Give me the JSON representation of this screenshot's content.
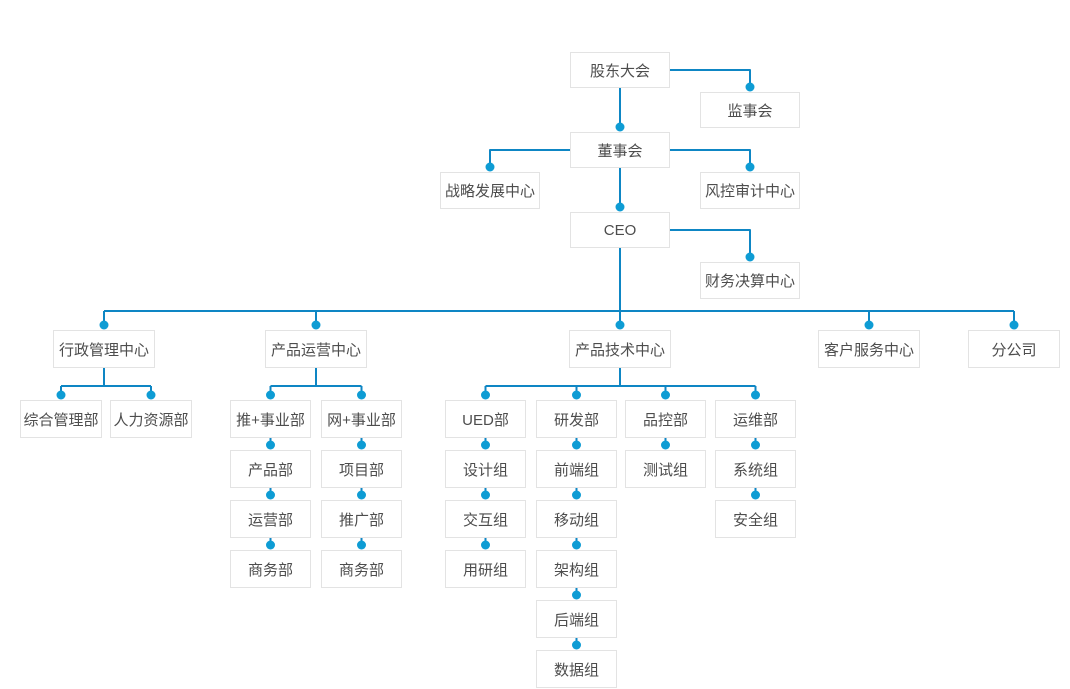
{
  "diagram": {
    "type": "org-chart",
    "colors": {
      "line": "#0e86c4",
      "dot": "#0e9cd4",
      "box_border": "#e3e3e3",
      "box_background": "#ffffff",
      "text": "#4d4d4d",
      "canvas_background": "#ffffff"
    },
    "nodes": [
      {
        "id": "shareholders-meeting",
        "label": "股东大会",
        "parent": null
      },
      {
        "id": "supervisory-board",
        "label": "监事会",
        "parent": "shareholders-meeting"
      },
      {
        "id": "board-of-directors",
        "label": "董事会",
        "parent": "shareholders-meeting"
      },
      {
        "id": "strategy-development-center",
        "label": "战略发展中心",
        "parent": "board-of-directors"
      },
      {
        "id": "risk-audit-center",
        "label": "风控审计中心",
        "parent": "board-of-directors"
      },
      {
        "id": "ceo",
        "label": "CEO",
        "parent": "board-of-directors"
      },
      {
        "id": "financial-settlement-center",
        "label": "财务决算中心",
        "parent": "ceo"
      },
      {
        "id": "admin-management-center",
        "label": "行政管理中心",
        "parent": "ceo"
      },
      {
        "id": "product-operation-center",
        "label": "产品运营中心",
        "parent": "ceo"
      },
      {
        "id": "product-technology-center",
        "label": "产品技术中心",
        "parent": "ceo"
      },
      {
        "id": "customer-service-center",
        "label": "客户服务中心",
        "parent": "ceo"
      },
      {
        "id": "branch-company",
        "label": "分公司",
        "parent": "ceo"
      },
      {
        "id": "general-management-dept",
        "label": "综合管理部",
        "parent": "admin-management-center"
      },
      {
        "id": "hr-dept",
        "label": "人力资源部",
        "parent": "admin-management-center"
      },
      {
        "id": "tui-business-dept",
        "label": "推+事业部",
        "parent": "product-operation-center"
      },
      {
        "id": "product-dept",
        "label": "产品部",
        "parent": "tui-business-dept"
      },
      {
        "id": "operation-dept",
        "label": "运营部",
        "parent": "product-dept"
      },
      {
        "id": "business-dept-left",
        "label": "商务部",
        "parent": "operation-dept"
      },
      {
        "id": "wang-business-dept",
        "label": "网+事业部",
        "parent": "product-operation-center"
      },
      {
        "id": "project-dept",
        "label": "项目部",
        "parent": "wang-business-dept"
      },
      {
        "id": "promotion-dept",
        "label": "推广部",
        "parent": "project-dept"
      },
      {
        "id": "business-dept-right",
        "label": "商务部",
        "parent": "promotion-dept"
      },
      {
        "id": "ued-dept",
        "label": "UED部",
        "parent": "product-technology-center"
      },
      {
        "id": "design-group",
        "label": "设计组",
        "parent": "ued-dept"
      },
      {
        "id": "interaction-group",
        "label": "交互组",
        "parent": "design-group"
      },
      {
        "id": "user-research-group",
        "label": "用研组",
        "parent": "interaction-group"
      },
      {
        "id": "rnd-dept",
        "label": "研发部",
        "parent": "product-technology-center"
      },
      {
        "id": "frontend-group",
        "label": "前端组",
        "parent": "rnd-dept"
      },
      {
        "id": "mobile-group",
        "label": "移动组",
        "parent": "frontend-group"
      },
      {
        "id": "architecture-group",
        "label": "架构组",
        "parent": "mobile-group"
      },
      {
        "id": "backend-group",
        "label": "后端组",
        "parent": "architecture-group"
      },
      {
        "id": "data-group",
        "label": "数据组",
        "parent": "backend-group"
      },
      {
        "id": "quality-control-dept",
        "label": "品控部",
        "parent": "product-technology-center"
      },
      {
        "id": "testing-group",
        "label": "测试组",
        "parent": "quality-control-dept"
      },
      {
        "id": "ops-dept",
        "label": "运维部",
        "parent": "product-technology-center"
      },
      {
        "id": "system-group",
        "label": "系统组",
        "parent": "ops-dept"
      },
      {
        "id": "security-group",
        "label": "安全组",
        "parent": "ops-dept"
      }
    ]
  }
}
